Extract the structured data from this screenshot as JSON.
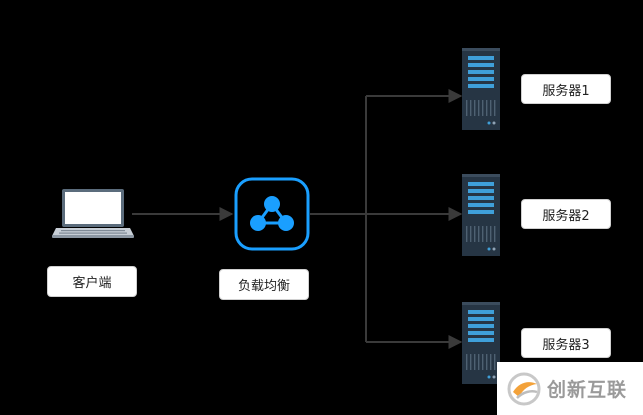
{
  "nodes": {
    "client": {
      "label": "客户端",
      "icon": "laptop-icon"
    },
    "balancer": {
      "label": "负载均衡",
      "icon": "load-balancer-icon"
    },
    "servers": [
      {
        "label": "服务器1",
        "icon": "server-rack-icon"
      },
      {
        "label": "服务器2",
        "icon": "server-rack-icon"
      },
      {
        "label": "服务器3",
        "icon": "server-rack-icon"
      }
    ]
  },
  "colors": {
    "background": "#000000",
    "connector": "#3a3a3a",
    "balancer_accent": "#1a9fff",
    "server_body": "#263544",
    "server_panel": "#3f9fd9",
    "label_bg": "#ffffff"
  },
  "watermark": {
    "text": "创新互联",
    "icon": "brand-logo-icon"
  }
}
